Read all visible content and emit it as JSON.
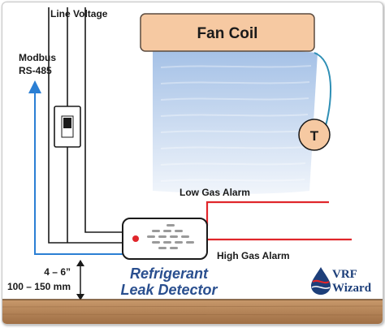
{
  "diagram": {
    "fan_coil_label": "Fan Coil",
    "thermostat_label": "T",
    "line_voltage_label": "Line Voltage",
    "modbus_label_line1": "Modbus",
    "modbus_label_line2": "RS-485",
    "low_gas_alarm_label": "Low Gas Alarm",
    "high_gas_alarm_label": "High Gas Alarm",
    "detector_label_line1": "Refrigerant",
    "detector_label_line2": "Leak Detector",
    "height_label_line1": "4 – 6”",
    "height_label_line2": "100 – 150 mm",
    "logo_line1": "VRF",
    "logo_line2": "Wizard"
  },
  "colors": {
    "fan_coil_fill": "#f6c9a2",
    "fan_coil_border": "#5a4a3e",
    "airflow": "#7fa7dc",
    "thermostat_fill": "#f6c9a2",
    "thermostat_wire": "#2f8fb5",
    "modbus_wire": "#2b7fd4",
    "line_voltage_wire": "#1a1a1a",
    "alarm_wire": "#e0262b",
    "floor": "#b07e52",
    "detector_led": "#e0262b",
    "title_text": "#2a4f8f"
  }
}
